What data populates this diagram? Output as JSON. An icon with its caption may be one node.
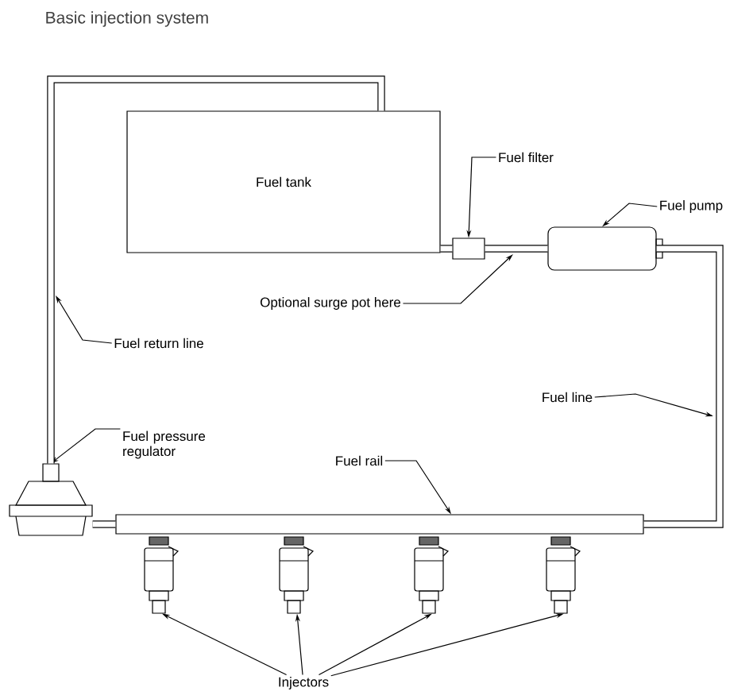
{
  "diagram": {
    "title": "Basic injection system",
    "nodes": [
      {
        "text": [
          "Fuel tank"
        ]
      },
      {
        "text": [
          "Fuel filter"
        ]
      },
      {
        "text": [],
        "shape": "box"
      },
      {
        "text": [
          "Fuel pump"
        ]
      },
      {
        "text": [],
        "shape": "cylinder"
      },
      {
        "text": [
          "Optional surge pot here"
        ]
      },
      {
        "text": [
          "Fuel return line"
        ]
      },
      {
        "text": [
          "Fuel line"
        ]
      },
      {
        "text": [
          "Fuel pressure regulator"
        ]
      },
      {
        "text": [],
        "shape": "regulator"
      },
      {
        "text": [
          "Fuel rail"
        ]
      },
      {
        "text": [],
        "shape": "bar"
      },
      {
        "text": [
          "Injectors"
        ]
      },
      {
        "text": [],
        "shape": "injector"
      },
      {
        "text": [],
        "shape": "injector"
      },
      {
        "text": [],
        "shape": "injector"
      },
      {
        "text": [],
        "shape": "injector"
      }
    ],
    "edges": [
      {
        "from": 1,
        "to": 2,
        "arrow": "to"
      },
      {
        "from": 3,
        "to": 4,
        "arrow": "to"
      },
      {
        "from": 5,
        "to": null,
        "arrow": "to"
      },
      {
        "from": 6,
        "to": null,
        "arrow": "to"
      },
      {
        "from": 7,
        "to": null,
        "arrow": "to"
      },
      {
        "from": 8,
        "to": 9,
        "arrow": "to"
      },
      {
        "from": 10,
        "to": 11,
        "arrow": "to"
      },
      {
        "from": 12,
        "to": 13,
        "arrow": "to"
      },
      {
        "from": 12,
        "to": 14,
        "arrow": "to"
      },
      {
        "from": 12,
        "to": 15,
        "arrow": "to"
      },
      {
        "from": 12,
        "to": 16,
        "arrow": "to"
      },
      {
        "from": 0,
        "to": 2,
        "arrow": "none",
        "style": "thick"
      },
      {
        "from": 2,
        "to": 4,
        "arrow": "none",
        "style": "thick"
      },
      {
        "from": 4,
        "to": 11,
        "arrow": "none",
        "style": "thick"
      },
      {
        "from": 9,
        "to": 11,
        "arrow": "none",
        "style": "thick"
      },
      {
        "from": 9,
        "to": 0,
        "arrow": "none",
        "style": "thick"
      }
    ]
  }
}
